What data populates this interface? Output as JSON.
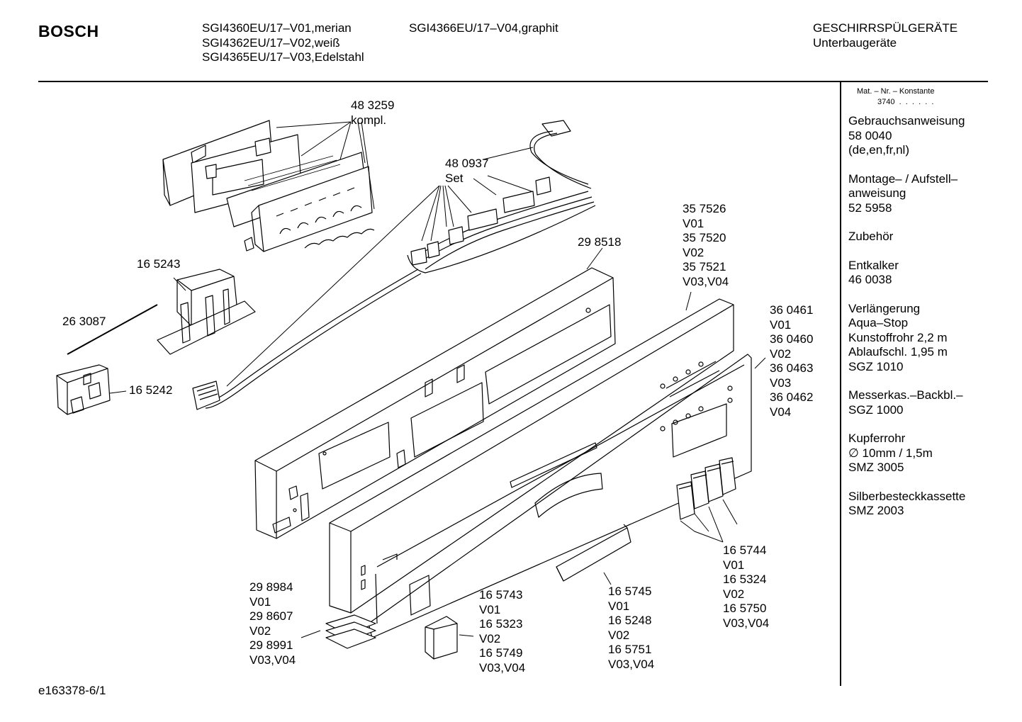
{
  "header": {
    "brand": "BOSCH",
    "models_col1": [
      "SGI4360EU/17–V01,merian",
      "SGI4362EU/17–V02,weiß",
      "SGI4365EU/17–V03,Edelstahl"
    ],
    "models_col2": [
      "SGI4366EU/17–V04,graphit"
    ],
    "category": "GESCHIRRSPÜLGERÄTE",
    "subcategory": "Unterbaugeräte"
  },
  "sidebar": {
    "mat_nr_label": "Mat. – Nr. – Konstante",
    "mat_nr_value": "3740  .  .  .  .  .  .",
    "blocks": [
      [
        "Gebrauchsanweisung",
        "58 0040",
        "(de,en,fr,nl)"
      ],
      [
        "Montage– / Aufstell–",
        "anweisung",
        "52 5958"
      ],
      [
        "Zubehör"
      ],
      [
        "Entkalker",
        "46 0038"
      ],
      [
        "Verlängerung",
        "Aqua–Stop",
        "Kunstoffrohr 2,2 m",
        "Ablaufschl. 1,95 m",
        "SGZ 1010"
      ],
      [
        "Messerkas.–Backbl.–",
        "SGZ 1000"
      ],
      [
        "Kupferrohr",
        "∅ 10mm / 1,5m",
        "SMZ 3005"
      ],
      [
        "Silberbesteckkassette",
        "SMZ 2003"
      ]
    ]
  },
  "callouts": {
    "c483259": [
      "48 3259",
      "kompl."
    ],
    "c480937": [
      "48 0937",
      "Set"
    ],
    "c298518": [
      "29 8518"
    ],
    "c357526": [
      "35 7526",
      "V01",
      "35 7520",
      "V02",
      "35 7521",
      "V03,V04"
    ],
    "c360461": [
      "36 0461",
      "V01",
      "36 0460",
      "V02",
      "36 0463",
      "V03",
      "36 0462",
      "V04"
    ],
    "c165243": [
      "16 5243"
    ],
    "c263087": [
      "26 3087"
    ],
    "c165242": [
      "16 5242"
    ],
    "c298984": [
      "29 8984",
      "V01",
      "29 8607",
      "V02",
      "29 8991",
      "V03,V04"
    ],
    "c165743": [
      "16 5743",
      "V01",
      "16 5323",
      "V02",
      "16 5749",
      "V03,V04"
    ],
    "c165745": [
      "16 5745",
      "V01",
      "16 5248",
      "V02",
      "16 5751",
      "V03,V04"
    ],
    "c165744": [
      "16 5744",
      "V01",
      "16 5324",
      "V02",
      "16 5750",
      "V03,V04"
    ]
  },
  "footer": {
    "code": "e163378-6/1"
  }
}
